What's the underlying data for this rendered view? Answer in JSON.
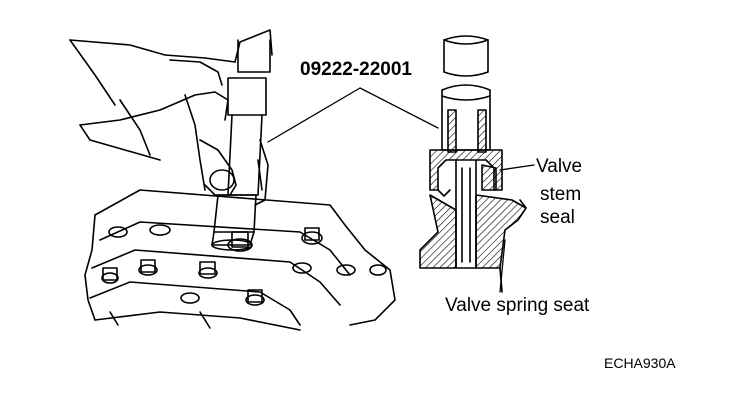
{
  "labels": {
    "part_number": "09222-22001",
    "valve_stem_seal": [
      "Valve",
      "stem",
      "seal"
    ],
    "valve_spring_seat": "Valve spring seat",
    "figure_code": "ECHA930A"
  },
  "colors": {
    "line": "#000000",
    "background": "#ffffff"
  }
}
